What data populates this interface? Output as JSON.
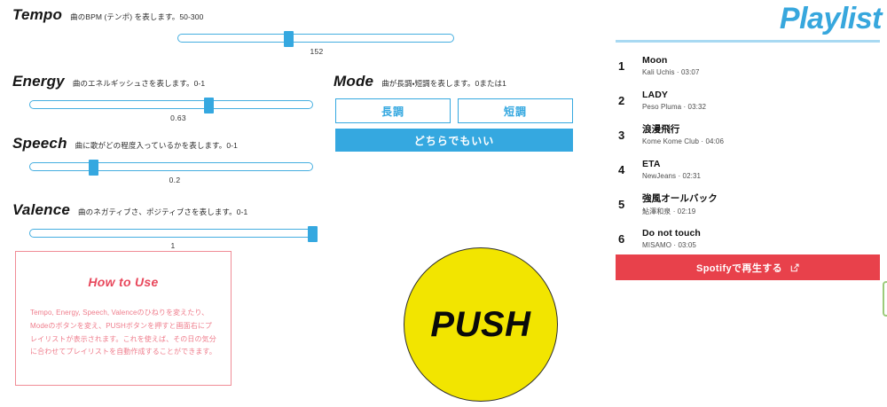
{
  "params": {
    "tempo": {
      "title": "Tempo",
      "desc": "曲のBPM (テンポ) を表します。50-300",
      "value": "152",
      "min": "50",
      "max": "300"
    },
    "energy": {
      "title": "Energy",
      "desc": "曲のエネルギッシュさを表します。0-1",
      "value": "0.63",
      "min": "0",
      "max": "1"
    },
    "speech": {
      "title": "Speech",
      "desc": "曲に歌がどの程度入っているかを表します。0-1",
      "value": "0.2",
      "min": "0",
      "max": "1"
    },
    "valence": {
      "title": "Valence",
      "desc": "曲のネガティブさ、ポジティブさを表します。0-1",
      "value": "1",
      "min": "0",
      "max": "1"
    }
  },
  "mode": {
    "title": "Mode",
    "desc": "曲が長調・短調を表します。0または1",
    "major_label": "長調",
    "minor_label": "短調",
    "any_label": "どちらでもいい"
  },
  "howto": {
    "title": "How to Use",
    "body": "Tempo, Energy, Speech, Valenceのひねりを変えたり、Modeのボタンを変え、PUSHボタンを押すと画面右にプレイリストが表示されます。これを使えば、その日の気分に合わせてプレイリストを自動作成することができます。"
  },
  "push": {
    "label": "PUSH"
  },
  "playlist": {
    "title": "Playlist",
    "tracks": [
      {
        "num": "1",
        "name": "Moon",
        "meta": "Kali Uchis · 03:07"
      },
      {
        "num": "2",
        "name": "LADY",
        "meta": "Peso Pluma · 03:32"
      },
      {
        "num": "3",
        "name": "浪漫飛行",
        "meta": "Kome Kome Club · 04:06"
      },
      {
        "num": "4",
        "name": "ETA",
        "meta": "NewJeans · 02:31"
      },
      {
        "num": "5",
        "name": "強風オールバック",
        "meta": "鮎澤和泉 · 02:19"
      },
      {
        "num": "6",
        "name": "Do not touch",
        "meta": "MISAMO · 03:05"
      }
    ],
    "spotify_label": "Spotifyで再生する"
  },
  "colors": {
    "accent_blue": "#35a8e0",
    "playlist_title_blue": "#37a7dd",
    "divider_blue": "#a8d9f2",
    "howto_pink": "#ef7d8c",
    "howto_title_red": "#e8485c",
    "spotify_red": "#e8414b",
    "push_yellow": "#f2e500",
    "edge_green": "#9ccb7a"
  }
}
